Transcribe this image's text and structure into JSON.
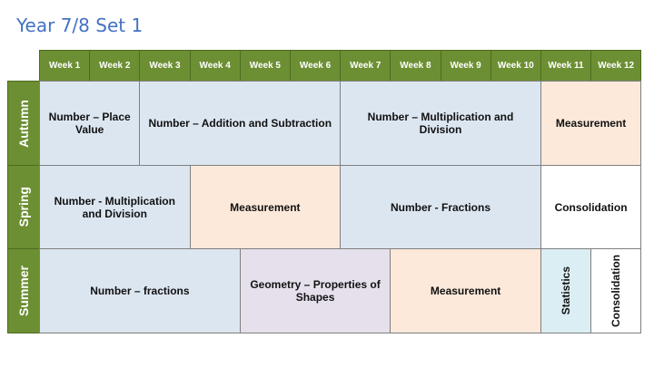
{
  "title": "Year 7/8 Set 1",
  "weeks": [
    "Week 1",
    "Week 2",
    "Week 3",
    "Week 4",
    "Week 5",
    "Week 6",
    "Week 7",
    "Week 8",
    "Week 9",
    "Week 10",
    "Week 11",
    "Week 12"
  ],
  "terms": {
    "autumn": {
      "label": "Autumn",
      "units": [
        "Number – Place Value",
        "Number – Addition and Subtraction",
        "Number – Multiplication and Division",
        "Measurement"
      ]
    },
    "spring": {
      "label": "Spring",
      "units": [
        "Number - Multiplication and Division",
        "Measurement",
        "Number - Fractions",
        "Consolidation"
      ]
    },
    "summer": {
      "label": "Summer",
      "units": [
        "Number – fractions",
        "Geometry – Properties of Shapes",
        "Measurement",
        "Statistics",
        "Consolidation"
      ]
    }
  }
}
